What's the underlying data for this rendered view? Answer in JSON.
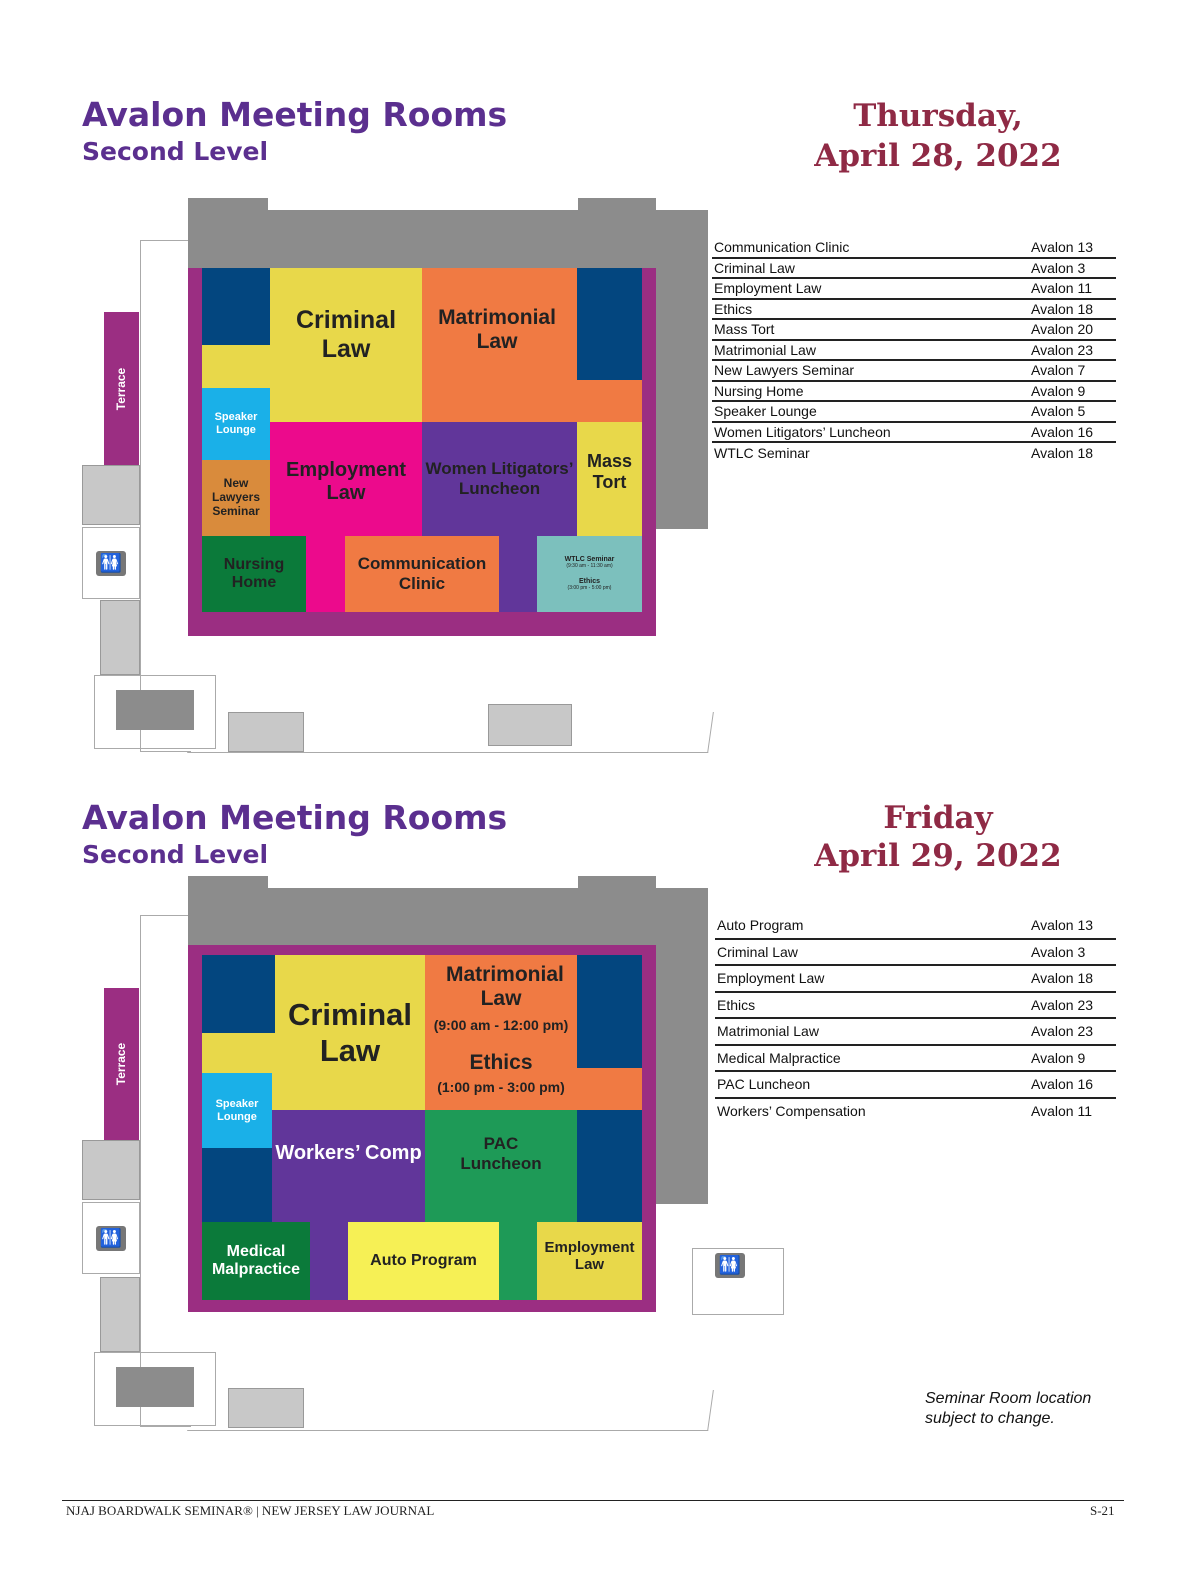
{
  "colors": {
    "title": "#5b2f8f",
    "date": "#8f2a45",
    "navy": "#03467f",
    "yellow": "#e8d84a",
    "orange": "#f07a43",
    "cyan": "#1ab0e8",
    "tan": "#d98b3c",
    "magenta": "#ec0a8c",
    "purple": "#61369a",
    "green": "#0b7a3a",
    "teal": "#7cc0bd",
    "lightyellow": "#f6f055",
    "midgreen": "#1e9a57"
  },
  "thursday": {
    "title": "Avalon Meeting Rooms",
    "subtitle": "Second Level",
    "day": "Thursday,",
    "date": "April 28, 2022",
    "terrace": "Terrace",
    "restroom_icon": "restroom-icon",
    "rooms": {
      "criminal": "Criminal Law",
      "matrimonial": "Matrimonial Law",
      "speaker": "Speaker Lounge",
      "newlawyers": "New Lawyers Seminar",
      "employment": "Employment Law",
      "women": "Women Litigators’ Luncheon",
      "masstort": "Mass Tort",
      "nursing": "Nursing Home",
      "communication": "Communication Clinic",
      "wtlc": "WTLC Seminar",
      "wtlc_time": "(9:30 am - 11:30 am)",
      "ethics": "Ethics",
      "ethics_time": "(3:00 pm - 5:00 pm)"
    },
    "schedule": [
      [
        "Communication Clinic",
        "Avalon 13"
      ],
      [
        "Criminal Law",
        "Avalon 3"
      ],
      [
        "Employment Law",
        "Avalon 11"
      ],
      [
        "Ethics",
        "Avalon 18"
      ],
      [
        "Mass Tort",
        "Avalon 20"
      ],
      [
        "Matrimonial Law",
        "Avalon 23"
      ],
      [
        "New Lawyers Seminar",
        "Avalon 7"
      ],
      [
        "Nursing Home",
        "Avalon 9"
      ],
      [
        "Speaker Lounge",
        "Avalon 5"
      ],
      [
        "Women Litigators’ Luncheon",
        "Avalon 16"
      ],
      [
        "WTLC Seminar",
        "Avalon 18"
      ]
    ]
  },
  "friday": {
    "title": "Avalon Meeting Rooms",
    "subtitle": "Second Level",
    "day": "Friday",
    "date": "April 29, 2022",
    "terrace": "Terrace",
    "restroom_icon": "restroom-icon",
    "rooms": {
      "criminal": "Criminal Law",
      "matrimonial": "Matrimonial Law",
      "matrimonial_time": "(9:00 am - 12:00 pm)",
      "ethics": "Ethics",
      "ethics_time": "(1:00 pm - 3:00 pm)",
      "speaker": "Speaker Lounge",
      "workers": "Workers’ Comp",
      "pac": "PAC Luncheon",
      "medical": "Medical Malpractice",
      "auto": "Auto Program",
      "employment": "Employment Law"
    },
    "schedule": [
      [
        "Auto Program",
        "Avalon 13"
      ],
      [
        "Criminal Law",
        "Avalon 3"
      ],
      [
        "Employment Law",
        "Avalon 18"
      ],
      [
        "Ethics",
        "Avalon 23"
      ],
      [
        "Matrimonial Law",
        "Avalon 23"
      ],
      [
        "Medical Malpractice",
        "Avalon 9"
      ],
      [
        "PAC Luncheon",
        "Avalon 16"
      ],
      [
        "Workers’ Compensation",
        "Avalon 11"
      ]
    ]
  },
  "note": "Seminar Room location subject to change.",
  "footer": {
    "left": "NJAJ BOARDWALK SEMINAR® | NEW JERSEY LAW JOURNAL",
    "right": "S-21"
  }
}
